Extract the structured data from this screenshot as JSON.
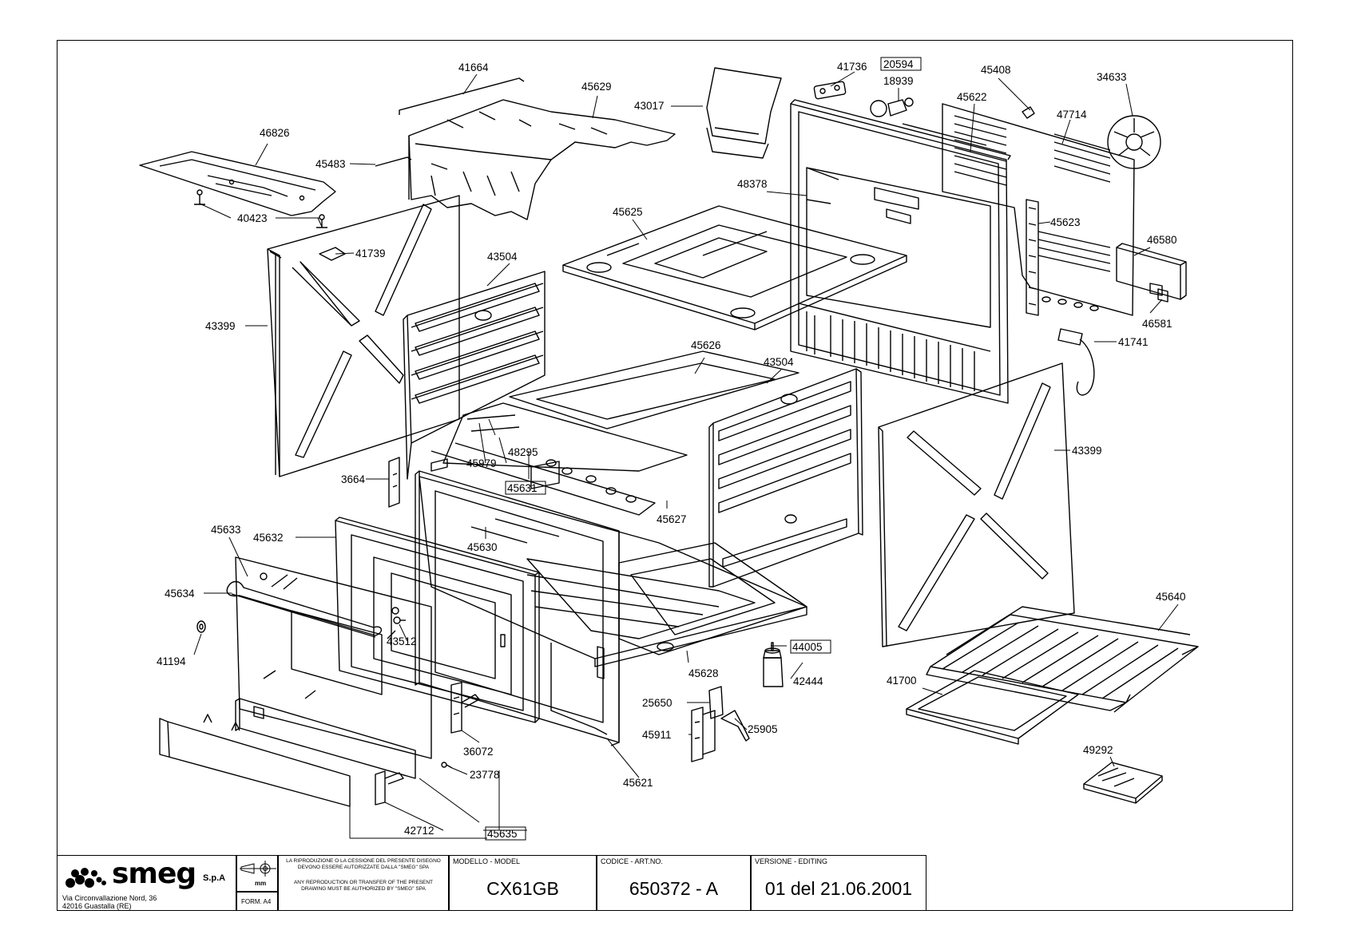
{
  "parts": [
    {
      "id": "p41664",
      "text": "41664"
    },
    {
      "id": "p45629",
      "text": "45629"
    },
    {
      "id": "p43017",
      "text": "43017"
    },
    {
      "id": "p41736",
      "text": "41736"
    },
    {
      "id": "p20594",
      "text": "20594"
    },
    {
      "id": "p18939",
      "text": "18939"
    },
    {
      "id": "p45408",
      "text": "45408"
    },
    {
      "id": "p34633",
      "text": "34633"
    },
    {
      "id": "p45622",
      "text": "45622"
    },
    {
      "id": "p47714",
      "text": "47714"
    },
    {
      "id": "p46826",
      "text": "46826"
    },
    {
      "id": "p45483",
      "text": "45483"
    },
    {
      "id": "p48378",
      "text": "48378"
    },
    {
      "id": "p40423",
      "text": "40423"
    },
    {
      "id": "p45625",
      "text": "45625"
    },
    {
      "id": "p45623",
      "text": "45623"
    },
    {
      "id": "p46580",
      "text": "46580"
    },
    {
      "id": "p41739",
      "text": "41739"
    },
    {
      "id": "p43504a",
      "text": "43504"
    },
    {
      "id": "p43399a",
      "text": "43399"
    },
    {
      "id": "p46581",
      "text": "46581"
    },
    {
      "id": "p41741",
      "text": "41741"
    },
    {
      "id": "p45626",
      "text": "45626"
    },
    {
      "id": "p43504b",
      "text": "43504"
    },
    {
      "id": "p48295",
      "text": "48295"
    },
    {
      "id": "p45979",
      "text": "45979"
    },
    {
      "id": "p45631",
      "text": "45631"
    },
    {
      "id": "p43399b",
      "text": "43399"
    },
    {
      "id": "p3664",
      "text": "3664"
    },
    {
      "id": "p45627",
      "text": "45627"
    },
    {
      "id": "p45633",
      "text": "45633"
    },
    {
      "id": "p45632",
      "text": "45632"
    },
    {
      "id": "p45630",
      "text": "45630"
    },
    {
      "id": "p45634",
      "text": "45634"
    },
    {
      "id": "p45640",
      "text": "45640"
    },
    {
      "id": "p43512",
      "text": "43512"
    },
    {
      "id": "p44005",
      "text": "44005"
    },
    {
      "id": "p41194",
      "text": "41194"
    },
    {
      "id": "p45628",
      "text": "45628"
    },
    {
      "id": "p42444",
      "text": "42444"
    },
    {
      "id": "p41700",
      "text": "41700"
    },
    {
      "id": "p25650",
      "text": "25650"
    },
    {
      "id": "p25905",
      "text": "25905"
    },
    {
      "id": "p45911",
      "text": "45911"
    },
    {
      "id": "p36072",
      "text": "36072"
    },
    {
      "id": "p49292",
      "text": "49292"
    },
    {
      "id": "p23778",
      "text": "23778"
    },
    {
      "id": "p45621",
      "text": "45621"
    },
    {
      "id": "p42712",
      "text": "42712"
    },
    {
      "id": "p45635",
      "text": "45635"
    }
  ],
  "title_block": {
    "brand": "smeg",
    "brand_suffix": "S.p.A",
    "address_line1": "Via Circonvallazione Nord, 36",
    "address_line2": "42016  Guastalla (RE)",
    "unit_label": "mm",
    "format_label": "FORM. A4",
    "notice_it": "LA RIPRODUZIONE O LA CESSIONE DEL PRESENTE DISEGNO DEVONO ESSERE AUTORIZZATE DALLA \"SMEG\" SPA",
    "notice_en": "ANY REPRODUCTION OR TRANSFER OF THE PRESENT DRAWING MUST BE AUTHORIZED BY \"SMEG\" SPA",
    "model_header": "MODELLO - MODEL",
    "model_value": "CX61GB",
    "code_header": "CODICE - ART.NO.",
    "code_value": "650372 - A",
    "version_header": "VERSIONE - EDITING",
    "version_value": "01 del 21.06.2001"
  },
  "colors": {
    "ink": "#000000",
    "paper": "#ffffff"
  }
}
